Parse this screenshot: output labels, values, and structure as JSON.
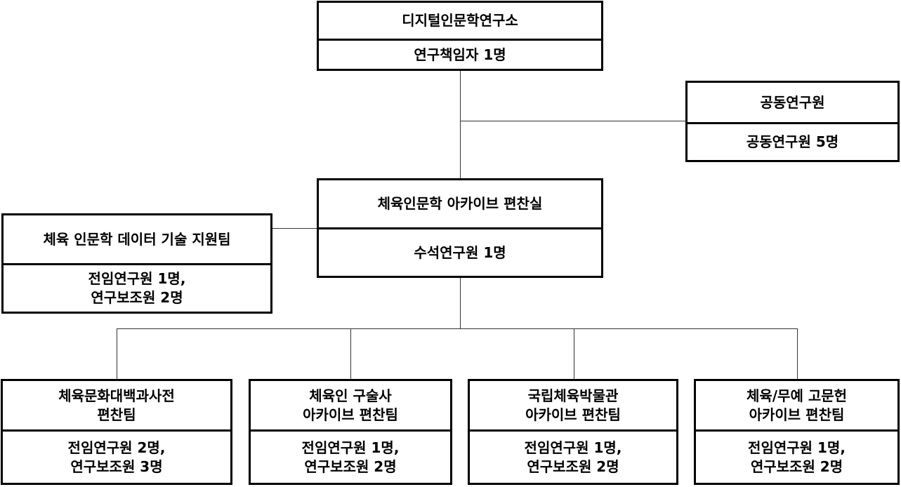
{
  "root": {
    "title": "디지털인문학연구소",
    "staff": "연구책임자 1명"
  },
  "co_researchers": {
    "title": "공동연구원",
    "staff": "공동연구원 5명"
  },
  "archive_office": {
    "title": "체육인문학 아카이브 편찬실",
    "staff": "수석연구원 1명"
  },
  "tech_support": {
    "title": "체육 인문학 데이터 기술 지원팀",
    "staff": "전임연구원 1명,\n연구보조원 2명"
  },
  "teams": [
    {
      "title": "체육문화대백과사전\n편찬팀",
      "staff": "전임연구원 2명,\n연구보조원 3명"
    },
    {
      "title": "체육인 구술사\n아카이브 편찬팀",
      "staff": "전임연구원 1명,\n연구보조원 2명"
    },
    {
      "title": "국립체육박물관\n아카이브 편찬팀",
      "staff": "전임연구원 1명,\n연구보조원 2명"
    },
    {
      "title": "체육/무예 고문헌\n아카이브 편찬팀",
      "staff": "전임연구원 1명,\n연구보조원 2명"
    }
  ]
}
